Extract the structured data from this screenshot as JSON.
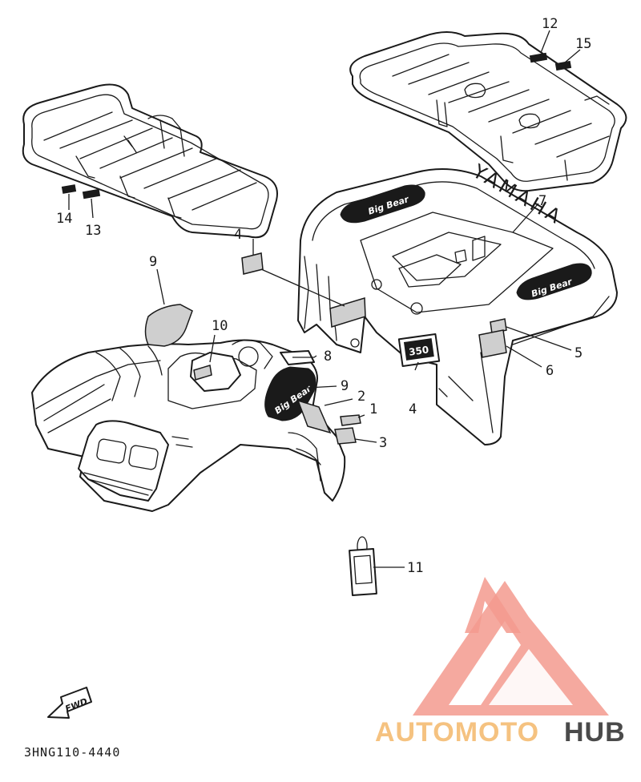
{
  "diagram_code": "3HNG110-4440",
  "fwd_label": "FWD",
  "decals": {
    "big_bear_1": "Big Bear",
    "big_bear_2": "Big Bear",
    "big_bear_3": "Big Bear",
    "yamaha": "YAMAHA",
    "badge_350": "350"
  },
  "callouts": {
    "c1": "1",
    "c2": "2",
    "c3": "3",
    "c4a": "4",
    "c4b": "4",
    "c5": "5",
    "c6": "6",
    "c7": "7",
    "c8": "8",
    "c9a": "9",
    "c9b": "9",
    "c10": "10",
    "c11": "11",
    "c12": "12",
    "c13": "13",
    "c14": "14",
    "c15": "15"
  },
  "watermark": {
    "part1": "AUTOMOTO",
    "part2": "HUB",
    "color_primary": "#f08a7e",
    "color_secondary": "#f5c280",
    "color_dark": "#4a4a4a"
  },
  "colors": {
    "ink": "#1a1a1a",
    "paper": "#ffffff"
  }
}
